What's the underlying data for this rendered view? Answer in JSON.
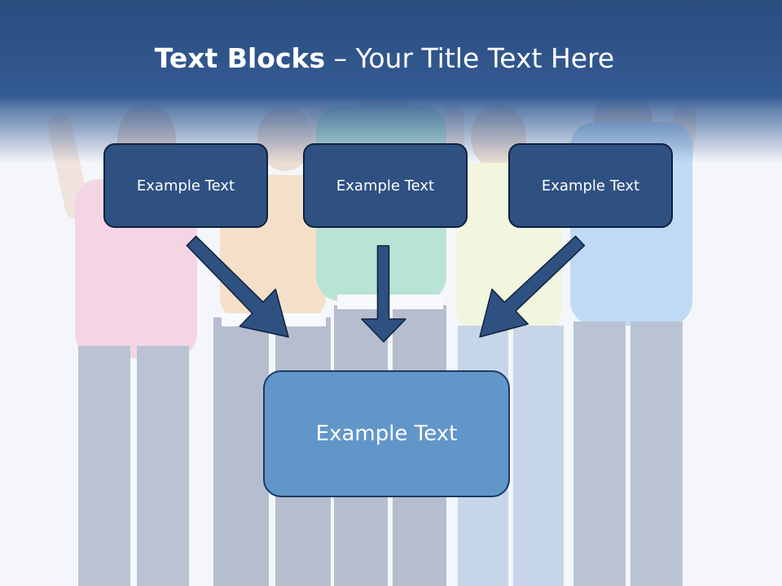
{
  "title": {
    "bold": "Text Blocks",
    "dash": "–",
    "rest": "Your Title Text Here"
  },
  "blocks": [
    {
      "label": "Example Text"
    },
    {
      "label": "Example Text"
    },
    {
      "label": "Example Text"
    }
  ],
  "target": {
    "label": "Example Text"
  },
  "colors": {
    "header": "#335a92",
    "small_box": "#2f5182",
    "big_box": "#6196c9",
    "arrow": "#2f5182"
  },
  "background": {
    "description_free": true,
    "shirt_colors": [
      "#f58fb2",
      "#f6b060",
      "#3dbb86",
      "#f1f4a0",
      "#4f9ee6"
    ],
    "jeans_color": "#4a6189"
  }
}
